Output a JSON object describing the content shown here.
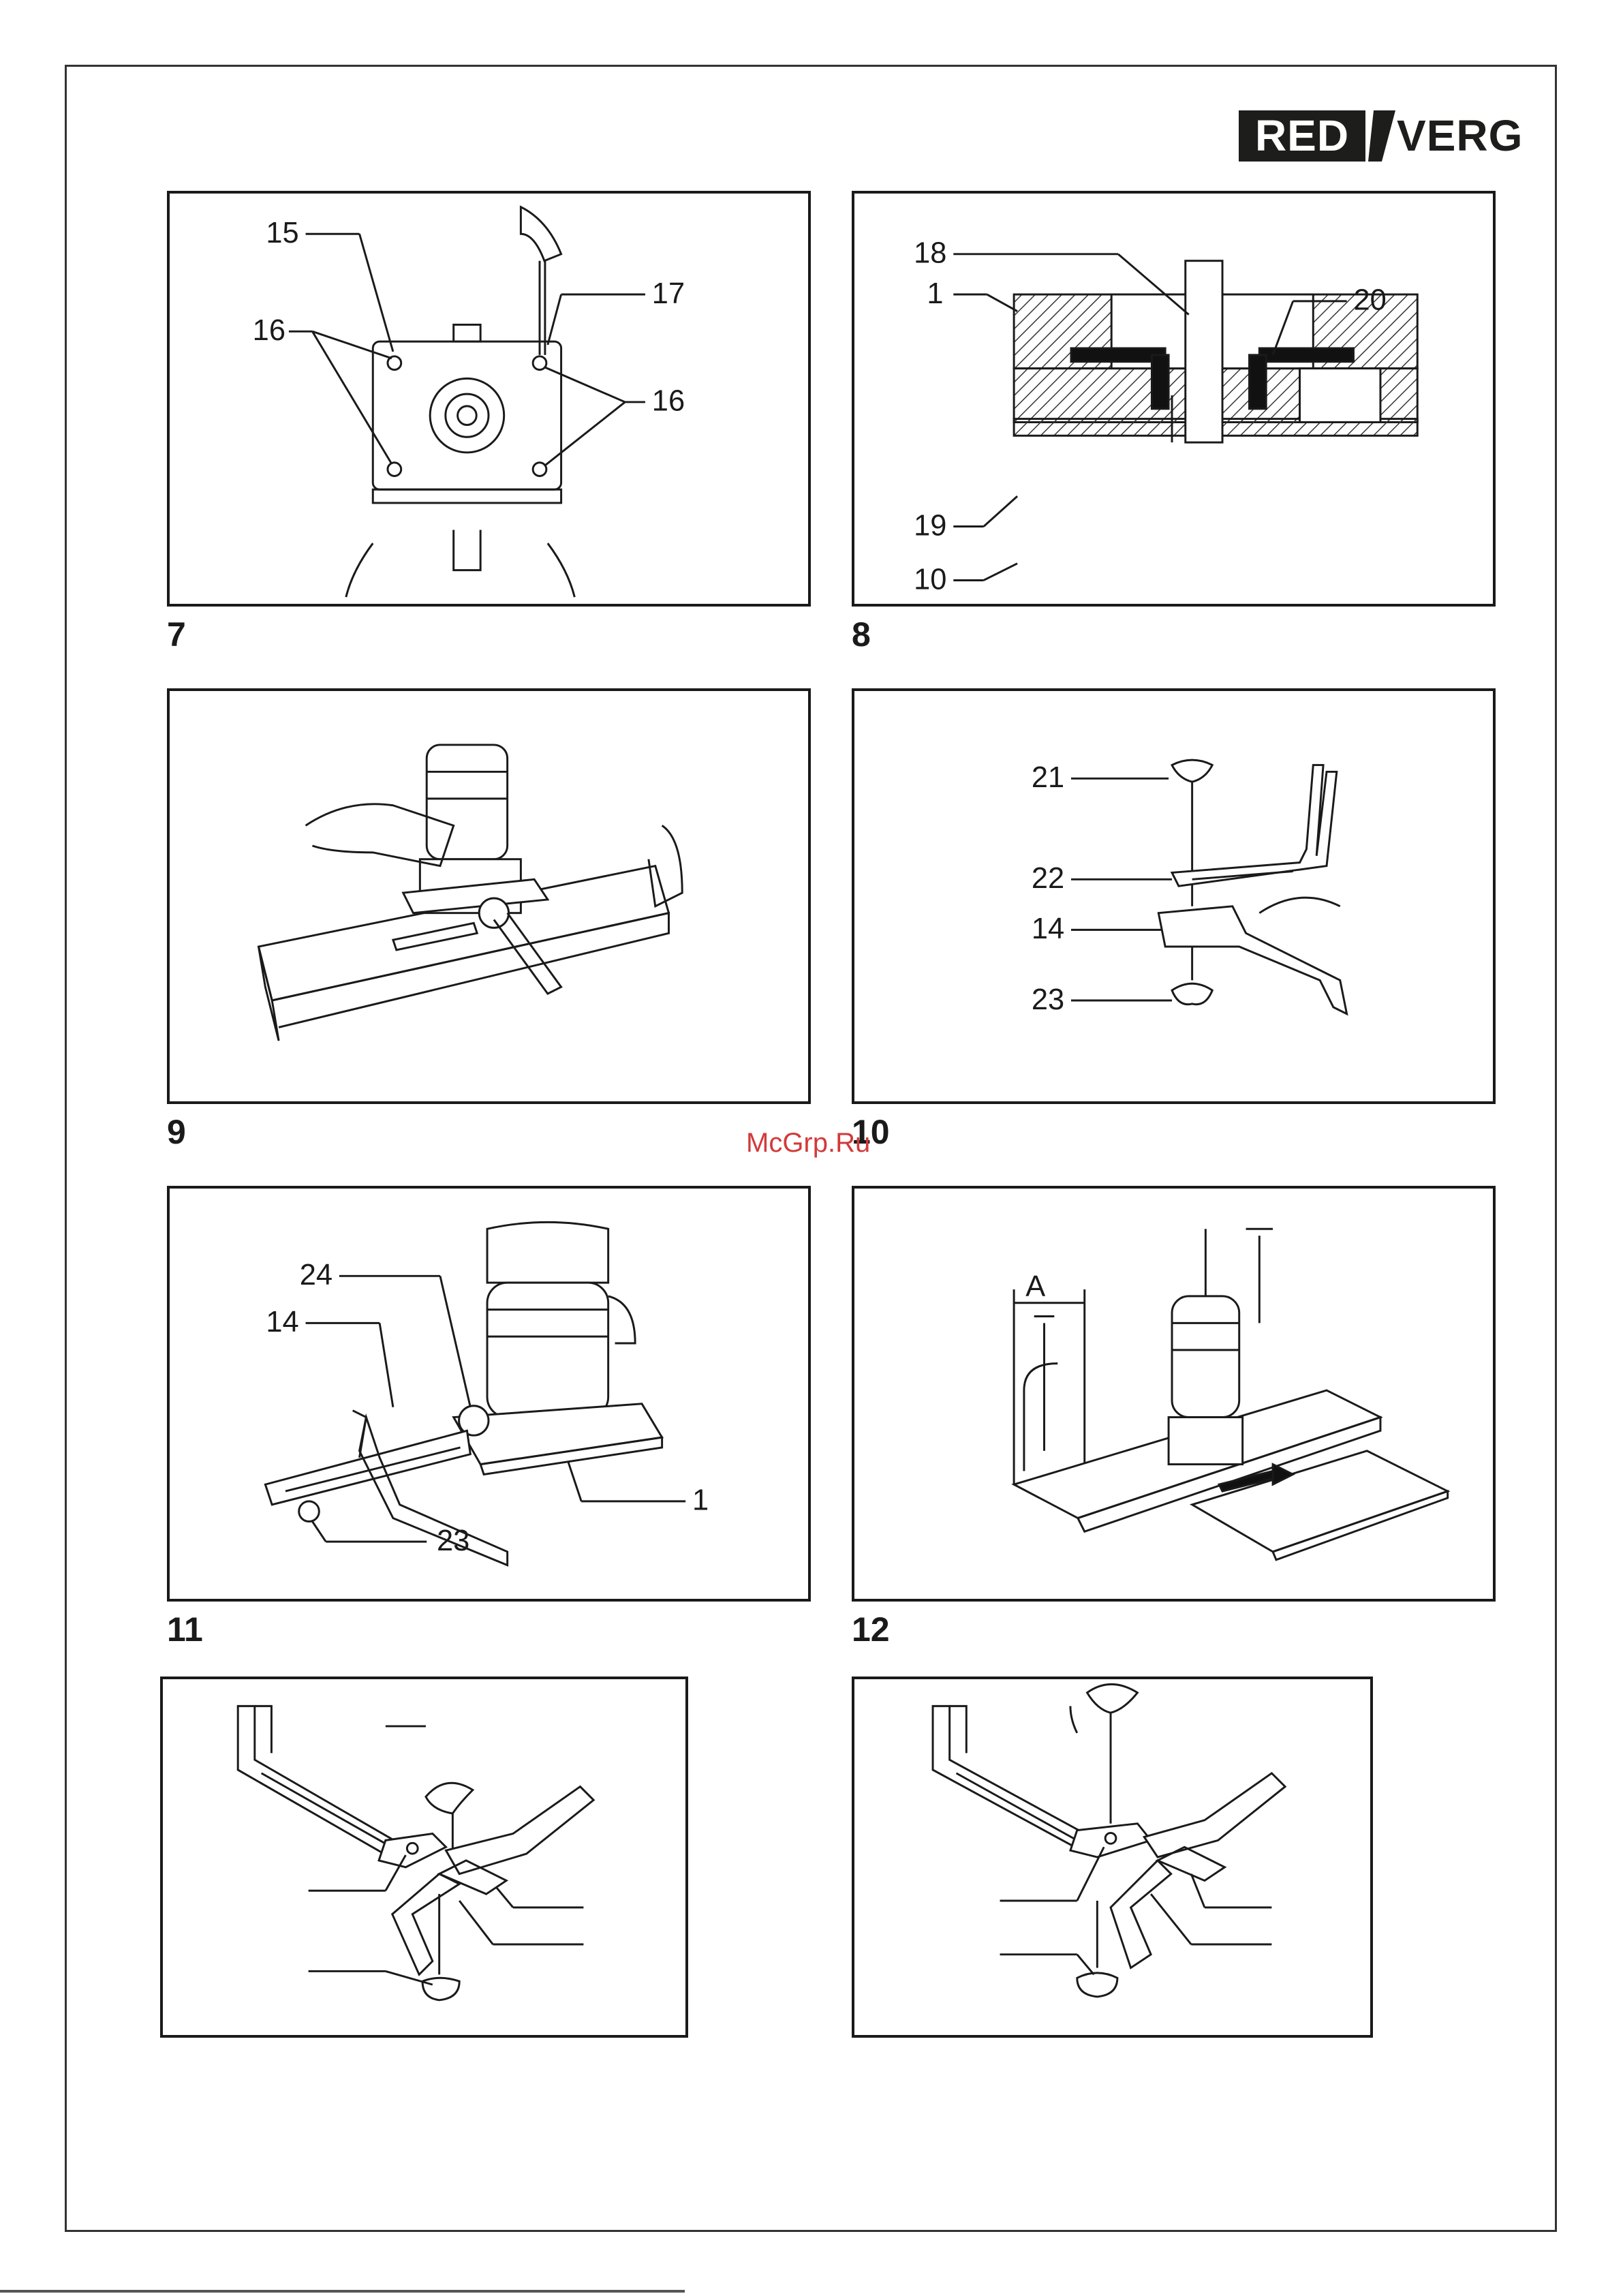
{
  "brand": {
    "part1": "RED",
    "part2": "VERG"
  },
  "watermark": "McGrp.Ru",
  "figures": [
    {
      "number": "7",
      "callouts": [
        "15",
        "16",
        "17",
        "16"
      ]
    },
    {
      "number": "8",
      "callouts": [
        "18",
        "20",
        "1",
        "19",
        "10"
      ]
    },
    {
      "number": "9",
      "callouts": []
    },
    {
      "number": "10",
      "callouts": [
        "21",
        "22",
        "14",
        "23"
      ]
    },
    {
      "number": "11",
      "callouts": [
        "24",
        "14",
        "1",
        "23"
      ]
    },
    {
      "number": "12",
      "callouts": [
        "A"
      ]
    }
  ]
}
